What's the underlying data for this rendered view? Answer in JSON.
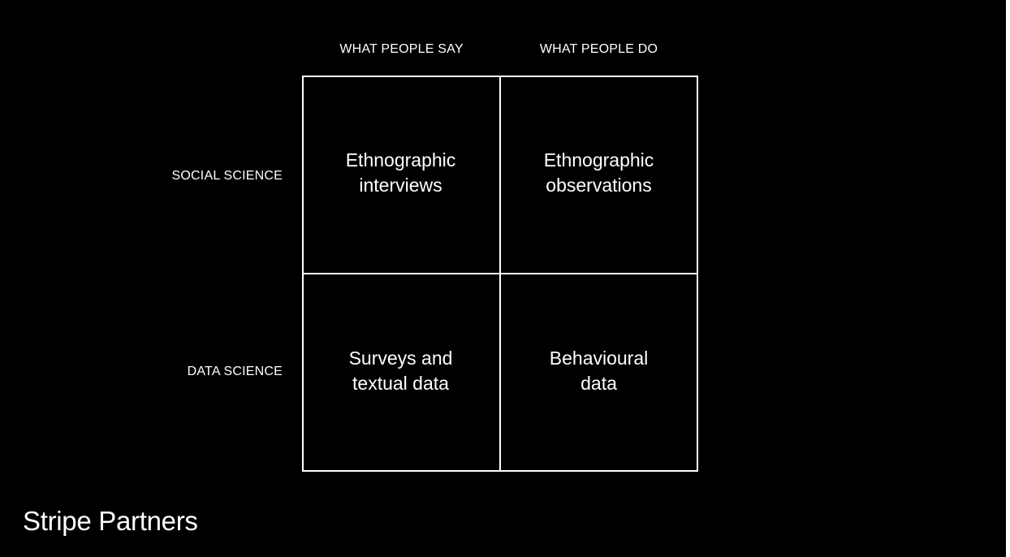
{
  "columns": {
    "left": "WHAT PEOPLE SAY",
    "right": "WHAT PEOPLE DO"
  },
  "rows": {
    "top": "SOCIAL SCIENCE",
    "bottom": "DATA SCIENCE"
  },
  "cells": {
    "top_left": {
      "line1": "Ethnographic",
      "line2": "interviews"
    },
    "top_right": {
      "line1": "Ethnographic",
      "line2": "observations"
    },
    "bottom_left": {
      "line1": "Surveys and",
      "line2": "textual data"
    },
    "bottom_right": {
      "line1": "Behavioural",
      "line2": "data"
    }
  },
  "brand": "Stripe Partners",
  "colors": {
    "background": "#000000",
    "foreground": "#ffffff"
  }
}
